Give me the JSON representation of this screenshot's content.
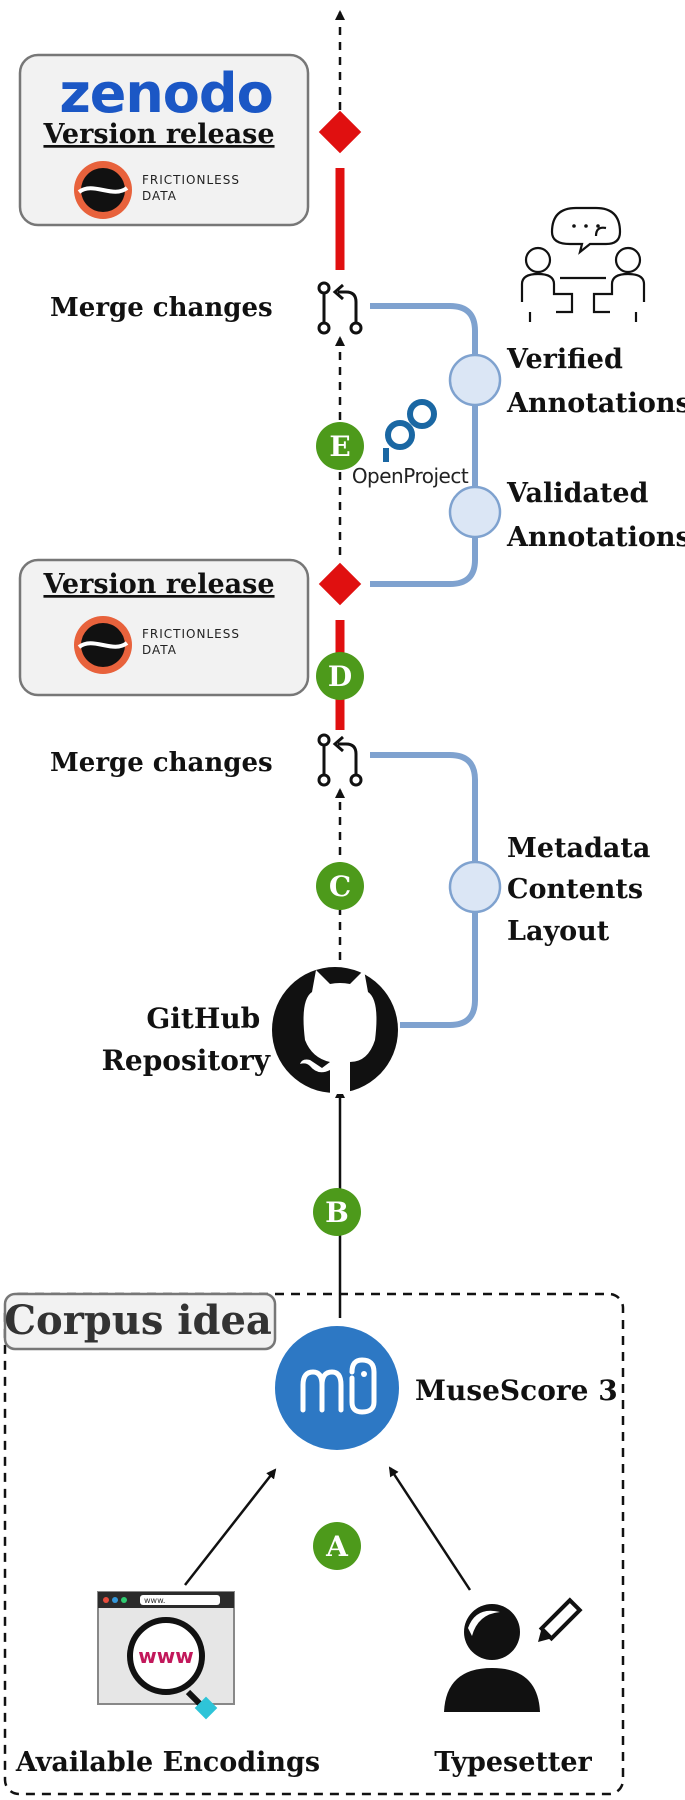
{
  "releases": {
    "top": {
      "zenodo_logo_text": "zenodo",
      "title": "Version release",
      "logo_line1": "FRICTIONLESS",
      "logo_line2": "DATA"
    },
    "middle": {
      "title": "Version release",
      "logo_line1": "FRICTIONLESS",
      "logo_line2": "DATA"
    }
  },
  "merge_top_label": "Merge changes",
  "merge_bottom_label": "Merge changes",
  "side_labels": {
    "verified": [
      "Verified",
      "Annotations"
    ],
    "validated": [
      "Validated",
      "Annotations"
    ],
    "metadata": [
      "Metadata",
      "Contents",
      "Layout"
    ]
  },
  "openproject_label": "OpenProject",
  "github_label": [
    "GitHub",
    "Repository"
  ],
  "corpus_label": "Corpus idea",
  "musescore_label": "MuseScore 3",
  "browser_text": "www.",
  "browser_search_text": "www",
  "available_encodings_label": "Available Encodings",
  "typesetter_label": "Typesetter",
  "step_badges": [
    "E",
    "D",
    "C",
    "B",
    "A"
  ],
  "colors": {
    "green_badge": "#4d9a1b",
    "red_accent": "#e01010",
    "blue_line": "#7fa2cf",
    "blue_node": "#dbe6f5",
    "musescore_blue": "#2d78c4",
    "zenodo_blue": "#1b57c5",
    "frictionless_orange": "#e8623c",
    "openproject_blue": "#1a67a3"
  },
  "icons": [
    "collaboration-icon",
    "merge-icon",
    "github-icon",
    "musescore-icon",
    "browser-search-icon",
    "typesetter-icon",
    "frictionless-logo-icon",
    "openproject-logo-icon"
  ]
}
